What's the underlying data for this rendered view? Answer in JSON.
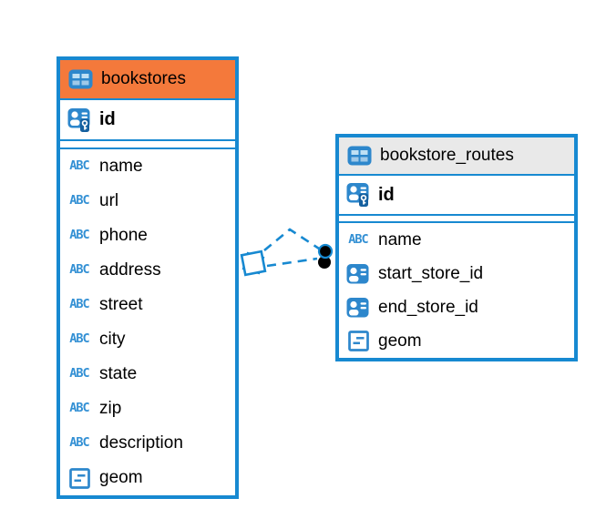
{
  "diagram": {
    "background": "#ffffff",
    "accent_color": "#1789D1",
    "text_color": "#000000"
  },
  "icons": {
    "table_icon": "table-grid",
    "primary_key_icon": "person-id-with-key",
    "foreign_id_icon": "person-id-card",
    "text_icon_glyph": "ABC",
    "geometry_icon": "square-with-dashes"
  },
  "tables": [
    {
      "title": "bookstores",
      "header_color": "#F4793B",
      "primary_key": {
        "label": "id",
        "icon": "primary-key"
      },
      "columns": [
        {
          "label": "name",
          "icon": "text"
        },
        {
          "label": "url",
          "icon": "text"
        },
        {
          "label": "phone",
          "icon": "text"
        },
        {
          "label": "address",
          "icon": "text"
        },
        {
          "label": "street",
          "icon": "text"
        },
        {
          "label": "city",
          "icon": "text"
        },
        {
          "label": "state",
          "icon": "text"
        },
        {
          "label": "zip",
          "icon": "text"
        },
        {
          "label": "description",
          "icon": "text"
        },
        {
          "label": "geom",
          "icon": "geometry"
        }
      ]
    },
    {
      "title": "bookstore_routes",
      "header_color": "#E9E9E9",
      "primary_key": {
        "label": "id",
        "icon": "primary-key"
      },
      "columns": [
        {
          "label": "name",
          "icon": "text"
        },
        {
          "label": "start_store_id",
          "icon": "foreign-id"
        },
        {
          "label": "end_store_id",
          "icon": "foreign-id"
        },
        {
          "label": "geom",
          "icon": "geometry"
        }
      ]
    }
  ],
  "relationships": [
    {
      "from_table": "bookstores",
      "to_table": "bookstore_routes",
      "line_style": "dashed",
      "line_count": 2,
      "from_marker": "diamond",
      "to_marker": "dot"
    }
  ]
}
